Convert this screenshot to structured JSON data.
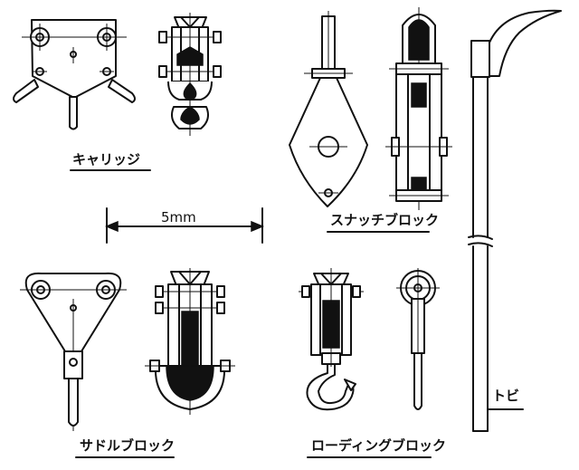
{
  "labels": {
    "carriage": "キャリッジ",
    "snatch_block": "スナッチブロック",
    "saddle_block": "サドルブロック",
    "loading_block": "ローディングブロック",
    "tobi": "トビ"
  },
  "scale": {
    "text": "5mm"
  },
  "colors": {
    "ink": "#111111",
    "paper": "#ffffff"
  }
}
